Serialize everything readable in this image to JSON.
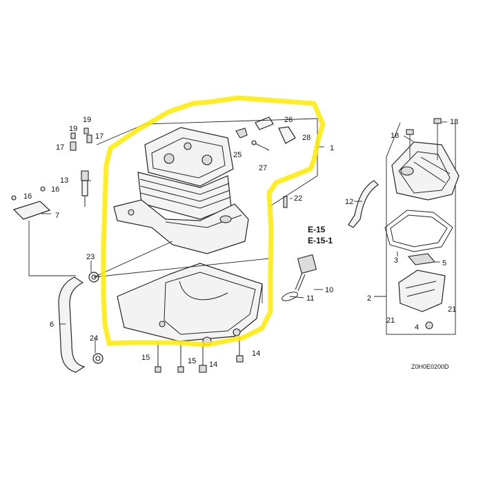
{
  "diagram": {
    "callouts": {
      "c1": "1",
      "c2": "2",
      "c3": "3",
      "c4": "4",
      "c5": "5",
      "c6": "6",
      "c7": "7",
      "c10": "10",
      "c11": "11",
      "c12": "12",
      "c13": "13",
      "c14a": "14",
      "c14b": "14",
      "c15a": "15",
      "c15b": "15",
      "c16a": "16",
      "c16b": "16",
      "c17a": "17",
      "c17b": "17",
      "c18a": "18",
      "c18b": "18",
      "c19a": "19",
      "c19b": "19",
      "c21a": "21",
      "c21b": "21",
      "c22": "22",
      "c23": "23",
      "c24": "24",
      "c25": "25",
      "c26": "26",
      "c27": "27",
      "c28": "28"
    },
    "references": {
      "ref1": "E-15",
      "ref2": "E-15-1"
    },
    "drawing_code": "Z0H0E0200D",
    "highlight_color": "#ffea00"
  }
}
